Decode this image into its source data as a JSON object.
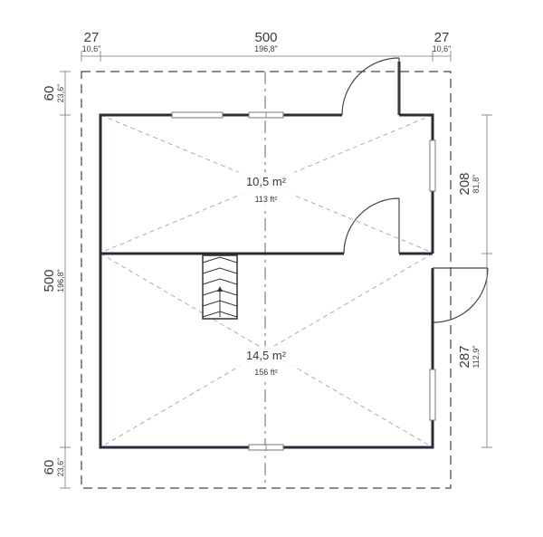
{
  "dimensions": {
    "top": {
      "left": {
        "cm": "27",
        "in": "10,6\""
      },
      "middle": {
        "cm": "500",
        "in": "196,8\""
      },
      "right": {
        "cm": "27",
        "in": "10,6\""
      }
    },
    "left": {
      "top": {
        "cm": "60",
        "in": "23,6\""
      },
      "middle": {
        "cm": "500",
        "in": "196,8\""
      },
      "bottom": {
        "cm": "60",
        "in": "23,6\""
      }
    },
    "right": {
      "upper": {
        "cm": "208",
        "in": "81,8\""
      },
      "lower": {
        "cm": "287",
        "in": "112,9\""
      }
    }
  },
  "rooms": [
    {
      "area_m2": "10,5 m²",
      "area_ft2": "113 ft²"
    },
    {
      "area_m2": "14,5 m²",
      "area_ft2": "156 ft²"
    }
  ]
}
